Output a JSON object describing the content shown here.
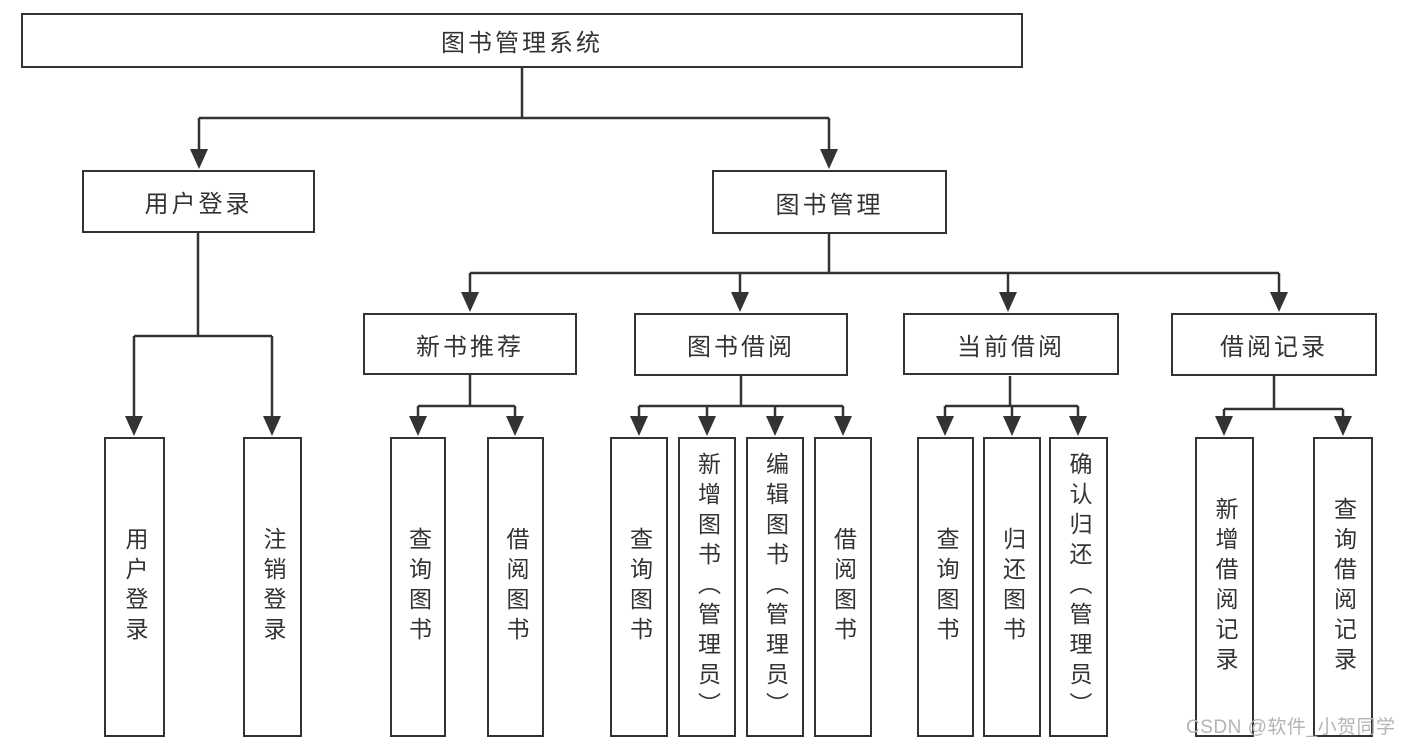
{
  "title": "图书管理系统",
  "tree": {
    "root": {
      "label": "图书管理系统"
    },
    "branches": [
      {
        "label": "用户登录",
        "children": [
          {
            "label": "用户登录"
          },
          {
            "label": "注销登录"
          }
        ]
      },
      {
        "label": "图书管理",
        "children": [
          {
            "label": "新书推荐",
            "children": [
              {
                "label": "查询图书"
              },
              {
                "label": "借阅图书"
              }
            ]
          },
          {
            "label": "图书借阅",
            "children": [
              {
                "label": "查询图书"
              },
              {
                "label": "新增图书（管理员）"
              },
              {
                "label": "编辑图书（管理员）"
              },
              {
                "label": "借阅图书"
              }
            ]
          },
          {
            "label": "当前借阅",
            "children": [
              {
                "label": "查询图书"
              },
              {
                "label": "归还图书"
              },
              {
                "label": "确认归还（管理员）"
              }
            ]
          },
          {
            "label": "借阅记录",
            "children": [
              {
                "label": "新增借阅记录"
              },
              {
                "label": "查询借阅记录"
              }
            ]
          }
        ]
      }
    ]
  },
  "watermark": {
    "text": "CSDN @软件_小贺同学"
  },
  "colors": {
    "line": "#333333",
    "box_border": "#333333",
    "text": "#333333",
    "watermark": "#b4b4b4",
    "background": "#ffffff"
  }
}
